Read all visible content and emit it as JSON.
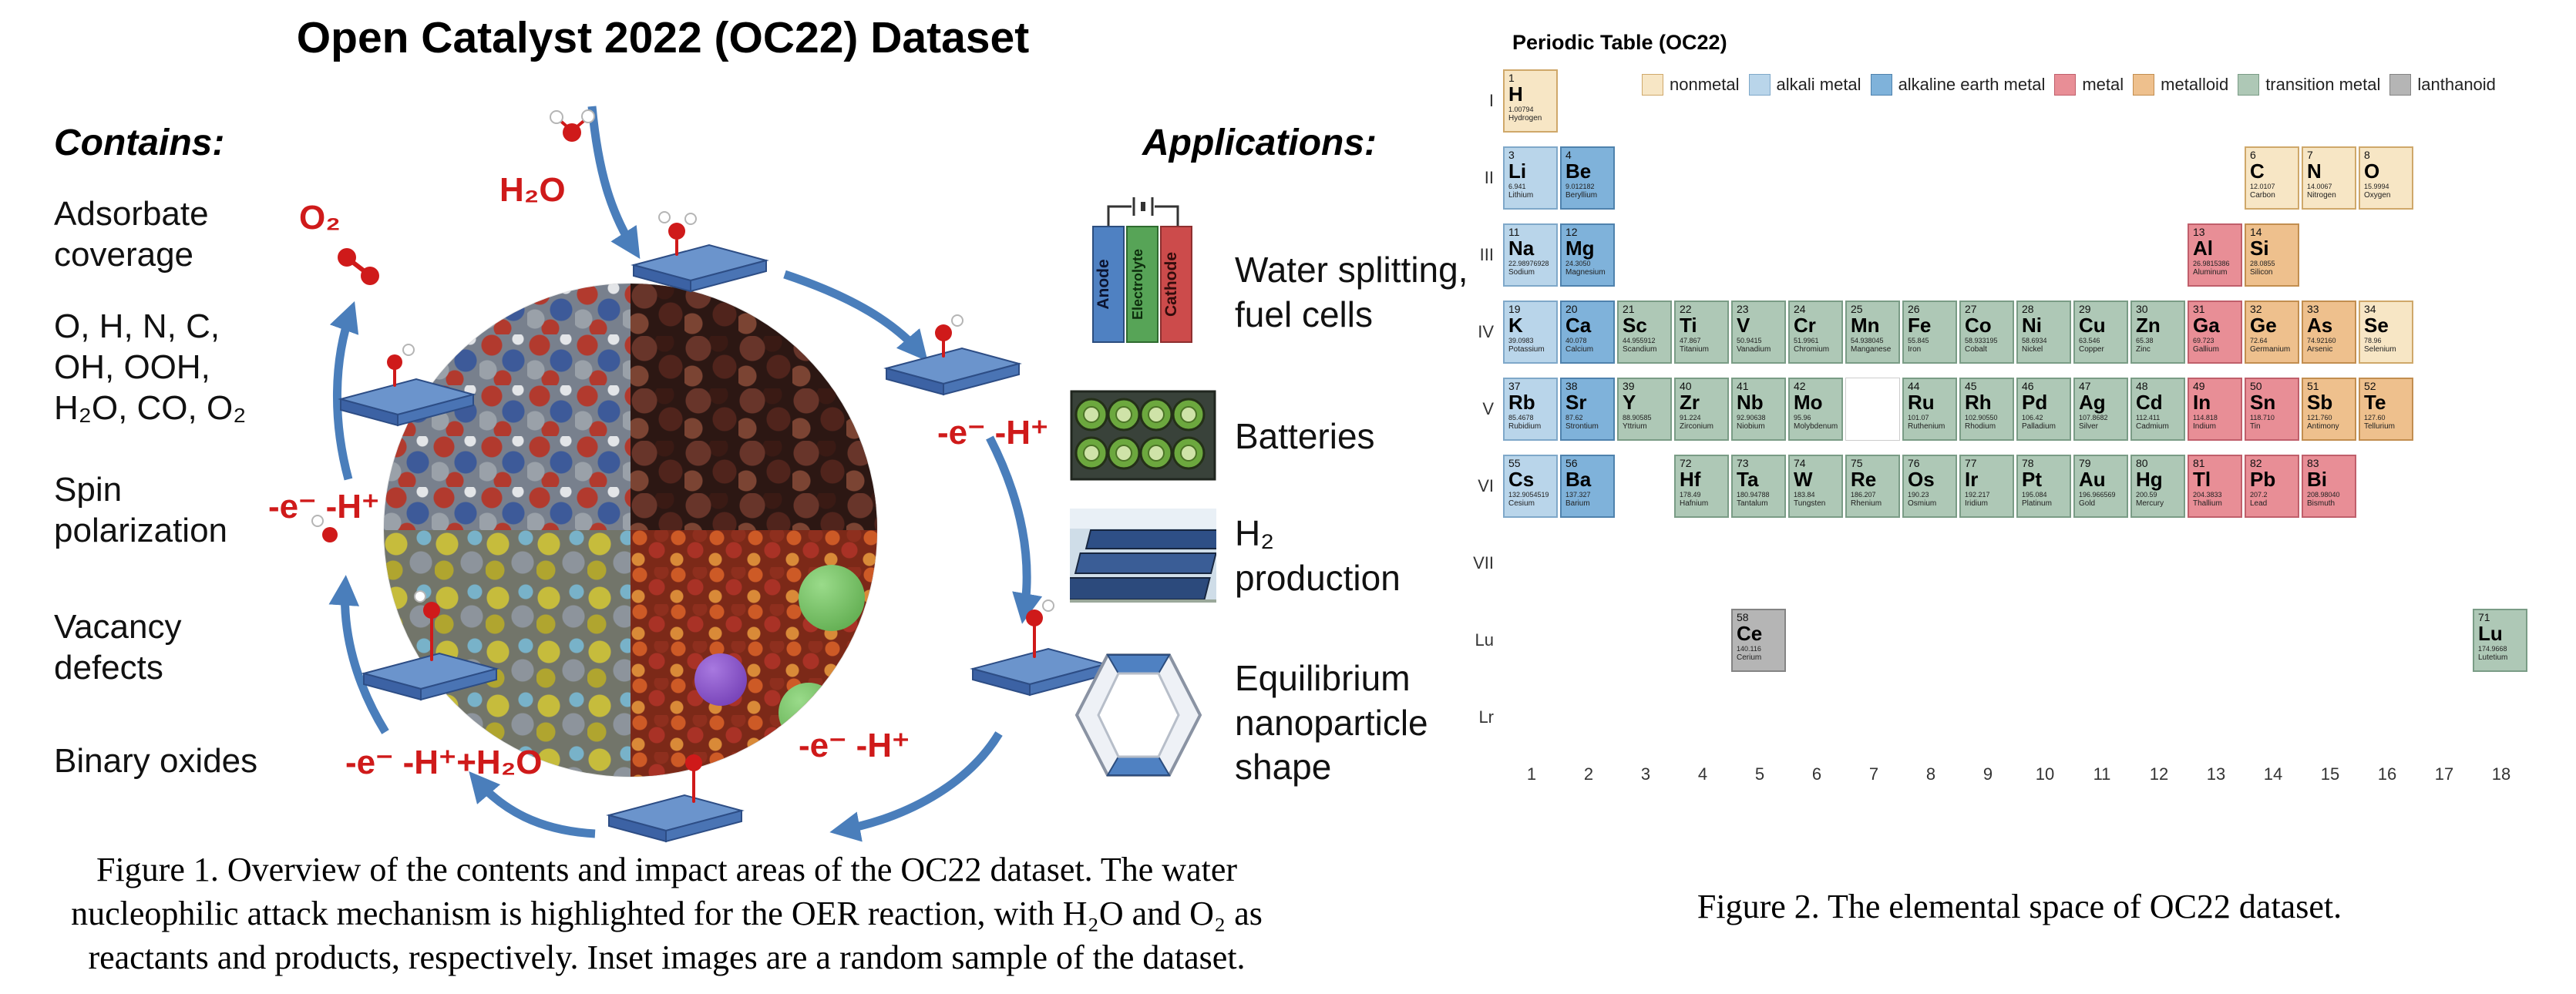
{
  "figure1": {
    "title": "Open Catalyst 2022 (OC22) Dataset",
    "contains": {
      "heading": "Contains:",
      "items": [
        "Adsorbate coverage",
        "O, H, N, C, OH, OOH, H₂O, CO, O₂",
        "Spin polarization",
        "Vacancy defects",
        "Binary oxides"
      ]
    },
    "applications": {
      "heading": "Applications:",
      "items": [
        {
          "icon": "fuel-cell",
          "label": "Water splitting, fuel cells"
        },
        {
          "icon": "batteries",
          "label": "Batteries"
        },
        {
          "icon": "solar-panels",
          "label": "H₂ production"
        },
        {
          "icon": "nanoparticle-hexagon",
          "label": "Equilibrium nanoparticle shape"
        }
      ]
    },
    "fuel_cell_labels": [
      "Anode",
      "Electrolyte",
      "Cathode"
    ],
    "cycle_labels": [
      "H₂O",
      "O₂",
      "-e⁻ -H⁺",
      "-e⁻ -H⁺",
      "-e⁻ -H⁺+H₂O",
      "-e⁻ -H⁺"
    ],
    "accent_colors": {
      "arrow_blue": "#4a7ebb",
      "reaction_red": "#cf1a1a",
      "slab_blue": "#5b87c5"
    },
    "caption": "Figure 1. Overview of the contents and impact areas of the OC22 dataset. The water nucleophilic attack mechanism is highlighted for the OER reaction, with H₂O and O₂ as reactants and products, respectively. Inset images are a random sample of the dataset."
  },
  "figure2": {
    "title": "Periodic Table (OC22)",
    "caption": "Figure 2. The elemental space of OC22 dataset.",
    "legend": [
      {
        "label": "nonmetal",
        "fill": "#f7e6c5",
        "border": "#cfa86a"
      },
      {
        "label": "alkali metal",
        "fill": "#b9d5ea",
        "border": "#7fa8c9"
      },
      {
        "label": "alkaline earth metal",
        "fill": "#7fb2da",
        "border": "#4f82ad"
      },
      {
        "label": "metal",
        "fill": "#e88e96",
        "border": "#c05f6b"
      },
      {
        "label": "metalloid",
        "fill": "#eec08d",
        "border": "#c28e50"
      },
      {
        "label": "transition metal",
        "fill": "#aec8b6",
        "border": "#7a9c86"
      },
      {
        "label": "lanthanoid",
        "fill": "#b5b5b5",
        "border": "#848484"
      }
    ],
    "row_labels": [
      "I",
      "II",
      "III",
      "IV",
      "V",
      "VI",
      "VII",
      "Lu",
      "Lr"
    ],
    "col_labels": [
      "1",
      "2",
      "3",
      "4",
      "5",
      "6",
      "7",
      "8",
      "9",
      "10",
      "11",
      "12",
      "13",
      "14",
      "15",
      "16",
      "17",
      "18"
    ],
    "empty_cells": [
      {
        "row": 5,
        "col": 7
      }
    ],
    "elements": [
      {
        "num": 1,
        "sym": "H",
        "mass": "1.00794",
        "name": "Hydrogen",
        "row": 1,
        "col": 1,
        "cat": "nonmetal"
      },
      {
        "num": 3,
        "sym": "Li",
        "mass": "6.941",
        "name": "Lithium",
        "row": 2,
        "col": 1,
        "cat": "alkali metal"
      },
      {
        "num": 4,
        "sym": "Be",
        "mass": "9.012182",
        "name": "Beryllium",
        "row": 2,
        "col": 2,
        "cat": "alkaline earth metal"
      },
      {
        "num": 6,
        "sym": "C",
        "mass": "12.0107",
        "name": "Carbon",
        "row": 2,
        "col": 14,
        "cat": "nonmetal"
      },
      {
        "num": 7,
        "sym": "N",
        "mass": "14.0067",
        "name": "Nitrogen",
        "row": 2,
        "col": 15,
        "cat": "nonmetal"
      },
      {
        "num": 8,
        "sym": "O",
        "mass": "15.9994",
        "name": "Oxygen",
        "row": 2,
        "col": 16,
        "cat": "nonmetal"
      },
      {
        "num": 11,
        "sym": "Na",
        "mass": "22.98976928",
        "name": "Sodium",
        "row": 3,
        "col": 1,
        "cat": "alkali metal"
      },
      {
        "num": 12,
        "sym": "Mg",
        "mass": "24.3050",
        "name": "Magnesium",
        "row": 3,
        "col": 2,
        "cat": "alkaline earth metal"
      },
      {
        "num": 13,
        "sym": "Al",
        "mass": "26.9815386",
        "name": "Aluminum",
        "row": 3,
        "col": 13,
        "cat": "metal"
      },
      {
        "num": 14,
        "sym": "Si",
        "mass": "28.0855",
        "name": "Silicon",
        "row": 3,
        "col": 14,
        "cat": "metalloid"
      },
      {
        "num": 19,
        "sym": "K",
        "mass": "39.0983",
        "name": "Potassium",
        "row": 4,
        "col": 1,
        "cat": "alkali metal"
      },
      {
        "num": 20,
        "sym": "Ca",
        "mass": "40.078",
        "name": "Calcium",
        "row": 4,
        "col": 2,
        "cat": "alkaline earth metal"
      },
      {
        "num": 21,
        "sym": "Sc",
        "mass": "44.955912",
        "name": "Scandium",
        "row": 4,
        "col": 3,
        "cat": "transition metal"
      },
      {
        "num": 22,
        "sym": "Ti",
        "mass": "47.867",
        "name": "Titanium",
        "row": 4,
        "col": 4,
        "cat": "transition metal"
      },
      {
        "num": 23,
        "sym": "V",
        "mass": "50.9415",
        "name": "Vanadium",
        "row": 4,
        "col": 5,
        "cat": "transition metal"
      },
      {
        "num": 24,
        "sym": "Cr",
        "mass": "51.9961",
        "name": "Chromium",
        "row": 4,
        "col": 6,
        "cat": "transition metal"
      },
      {
        "num": 25,
        "sym": "Mn",
        "mass": "54.938045",
        "name": "Manganese",
        "row": 4,
        "col": 7,
        "cat": "transition metal"
      },
      {
        "num": 26,
        "sym": "Fe",
        "mass": "55.845",
        "name": "Iron",
        "row": 4,
        "col": 8,
        "cat": "transition metal"
      },
      {
        "num": 27,
        "sym": "Co",
        "mass": "58.933195",
        "name": "Cobalt",
        "row": 4,
        "col": 9,
        "cat": "transition metal"
      },
      {
        "num": 28,
        "sym": "Ni",
        "mass": "58.6934",
        "name": "Nickel",
        "row": 4,
        "col": 10,
        "cat": "transition metal"
      },
      {
        "num": 29,
        "sym": "Cu",
        "mass": "63.546",
        "name": "Copper",
        "row": 4,
        "col": 11,
        "cat": "transition metal"
      },
      {
        "num": 30,
        "sym": "Zn",
        "mass": "65.38",
        "name": "Zinc",
        "row": 4,
        "col": 12,
        "cat": "transition metal"
      },
      {
        "num": 31,
        "sym": "Ga",
        "mass": "69.723",
        "name": "Gallium",
        "row": 4,
        "col": 13,
        "cat": "metal"
      },
      {
        "num": 32,
        "sym": "Ge",
        "mass": "72.64",
        "name": "Germanium",
        "row": 4,
        "col": 14,
        "cat": "metalloid"
      },
      {
        "num": 33,
        "sym": "As",
        "mass": "74.92160",
        "name": "Arsenic",
        "row": 4,
        "col": 15,
        "cat": "metalloid"
      },
      {
        "num": 34,
        "sym": "Se",
        "mass": "78.96",
        "name": "Selenium",
        "row": 4,
        "col": 16,
        "cat": "nonmetal"
      },
      {
        "num": 37,
        "sym": "Rb",
        "mass": "85.4678",
        "name": "Rubidium",
        "row": 5,
        "col": 1,
        "cat": "alkali metal"
      },
      {
        "num": 38,
        "sym": "Sr",
        "mass": "87.62",
        "name": "Strontium",
        "row": 5,
        "col": 2,
        "cat": "alkaline earth metal"
      },
      {
        "num": 39,
        "sym": "Y",
        "mass": "88.90585",
        "name": "Yttrium",
        "row": 5,
        "col": 3,
        "cat": "transition metal"
      },
      {
        "num": 40,
        "sym": "Zr",
        "mass": "91.224",
        "name": "Zirconium",
        "row": 5,
        "col": 4,
        "cat": "transition metal"
      },
      {
        "num": 41,
        "sym": "Nb",
        "mass": "92.90638",
        "name": "Niobium",
        "row": 5,
        "col": 5,
        "cat": "transition metal"
      },
      {
        "num": 42,
        "sym": "Mo",
        "mass": "95.96",
        "name": "Molybdenum",
        "row": 5,
        "col": 6,
        "cat": "transition metal"
      },
      {
        "num": 44,
        "sym": "Ru",
        "mass": "101.07",
        "name": "Ruthenium",
        "row": 5,
        "col": 8,
        "cat": "transition metal"
      },
      {
        "num": 45,
        "sym": "Rh",
        "mass": "102.90550",
        "name": "Rhodium",
        "row": 5,
        "col": 9,
        "cat": "transition metal"
      },
      {
        "num": 46,
        "sym": "Pd",
        "mass": "106.42",
        "name": "Palladium",
        "row": 5,
        "col": 10,
        "cat": "transition metal"
      },
      {
        "num": 47,
        "sym": "Ag",
        "mass": "107.8682",
        "name": "Silver",
        "row": 5,
        "col": 11,
        "cat": "transition metal"
      },
      {
        "num": 48,
        "sym": "Cd",
        "mass": "112.411",
        "name": "Cadmium",
        "row": 5,
        "col": 12,
        "cat": "transition metal"
      },
      {
        "num": 49,
        "sym": "In",
        "mass": "114.818",
        "name": "Indium",
        "row": 5,
        "col": 13,
        "cat": "metal"
      },
      {
        "num": 50,
        "sym": "Sn",
        "mass": "118.710",
        "name": "Tin",
        "row": 5,
        "col": 14,
        "cat": "metal"
      },
      {
        "num": 51,
        "sym": "Sb",
        "mass": "121.760",
        "name": "Antimony",
        "row": 5,
        "col": 15,
        "cat": "metalloid"
      },
      {
        "num": 52,
        "sym": "Te",
        "mass": "127.60",
        "name": "Tellurium",
        "row": 5,
        "col": 16,
        "cat": "metalloid"
      },
      {
        "num": 55,
        "sym": "Cs",
        "mass": "132.9054519",
        "name": "Cesium",
        "row": 6,
        "col": 1,
        "cat": "alkali metal"
      },
      {
        "num": 56,
        "sym": "Ba",
        "mass": "137.327",
        "name": "Barium",
        "row": 6,
        "col": 2,
        "cat": "alkaline earth metal"
      },
      {
        "num": 72,
        "sym": "Hf",
        "mass": "178.49",
        "name": "Hafnium",
        "row": 6,
        "col": 4,
        "cat": "transition metal"
      },
      {
        "num": 73,
        "sym": "Ta",
        "mass": "180.94788",
        "name": "Tantalum",
        "row": 6,
        "col": 5,
        "cat": "transition metal"
      },
      {
        "num": 74,
        "sym": "W",
        "mass": "183.84",
        "name": "Tungsten",
        "row": 6,
        "col": 6,
        "cat": "transition metal"
      },
      {
        "num": 75,
        "sym": "Re",
        "mass": "186.207",
        "name": "Rhenium",
        "row": 6,
        "col": 7,
        "cat": "transition metal"
      },
      {
        "num": 76,
        "sym": "Os",
        "mass": "190.23",
        "name": "Osmium",
        "row": 6,
        "col": 8,
        "cat": "transition metal"
      },
      {
        "num": 77,
        "sym": "Ir",
        "mass": "192.217",
        "name": "Iridium",
        "row": 6,
        "col": 9,
        "cat": "transition metal"
      },
      {
        "num": 78,
        "sym": "Pt",
        "mass": "195.084",
        "name": "Platinum",
        "row": 6,
        "col": 10,
        "cat": "transition metal"
      },
      {
        "num": 79,
        "sym": "Au",
        "mass": "196.966569",
        "name": "Gold",
        "row": 6,
        "col": 11,
        "cat": "transition metal"
      },
      {
        "num": 80,
        "sym": "Hg",
        "mass": "200.59",
        "name": "Mercury",
        "row": 6,
        "col": 12,
        "cat": "transition metal"
      },
      {
        "num": 81,
        "sym": "Tl",
        "mass": "204.3833",
        "name": "Thallium",
        "row": 6,
        "col": 13,
        "cat": "metal"
      },
      {
        "num": 82,
        "sym": "Pb",
        "mass": "207.2",
        "name": "Lead",
        "row": 6,
        "col": 14,
        "cat": "metal"
      },
      {
        "num": 83,
        "sym": "Bi",
        "mass": "208.98040",
        "name": "Bismuth",
        "row": 6,
        "col": 15,
        "cat": "metal"
      },
      {
        "num": 58,
        "sym": "Ce",
        "mass": "140.116",
        "name": "Cerium",
        "row": 8,
        "col": 5,
        "cat": "lanthanoid"
      },
      {
        "num": 71,
        "sym": "Lu",
        "mass": "174.9668",
        "name": "Lutetium",
        "row": 8,
        "col": 18,
        "cat": "transition metal"
      }
    ]
  }
}
